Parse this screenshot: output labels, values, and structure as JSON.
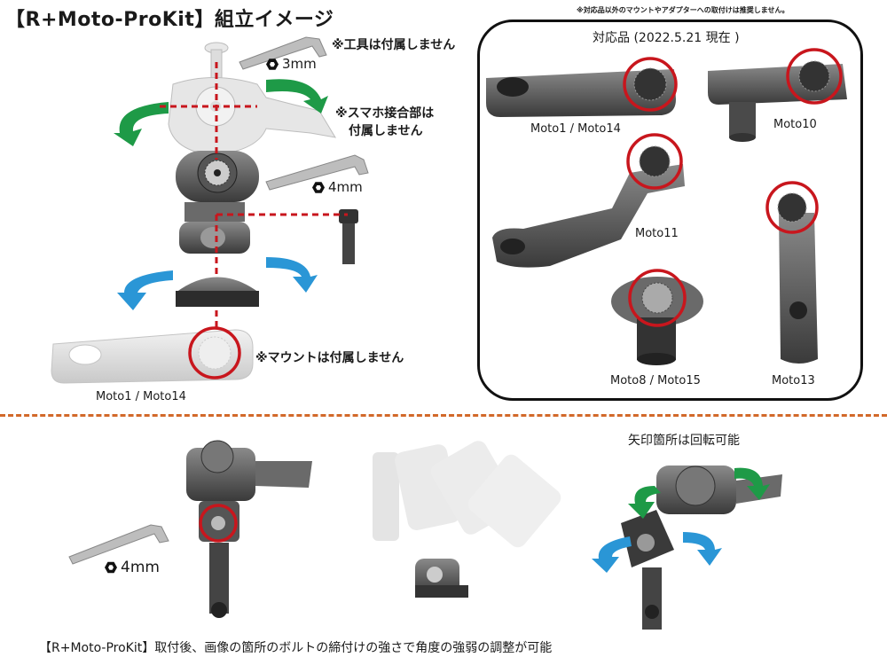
{
  "title": "【R+Moto-ProKit】組立イメージ",
  "disclaimer": "※対応品以外のマウントやアダプターへの取付けは推奨しません。",
  "assembly": {
    "note_tools": "※工具は付属しません",
    "hex_3mm": "3mm",
    "note_phone_connector_line1": "※スマホ接合部は",
    "note_phone_connector_line2": "付属しません",
    "hex_4mm": "4mm",
    "note_mount": "※マウントは付属しません",
    "mount_label": "Moto1 / Moto14"
  },
  "compatible": {
    "heading": "対応品 (2022.5.21 現在 )",
    "items": [
      "Moto1 / Moto14",
      "Moto10",
      "Moto11",
      "Moto8 / Moto15",
      "Moto13"
    ]
  },
  "bottom": {
    "hex_4mm": "4mm",
    "rotation_note": "矢印箇所は回転可能",
    "footer": "【R+Moto-ProKit】取付後、画像の箇所のボルトの締付けの強さで角度の強弱の調整が可能"
  },
  "colors": {
    "accent_red": "#c8161d",
    "green_arrow": "#1e9a47",
    "blue_arrow": "#2a96d6",
    "divider_orange": "#d2692a"
  }
}
